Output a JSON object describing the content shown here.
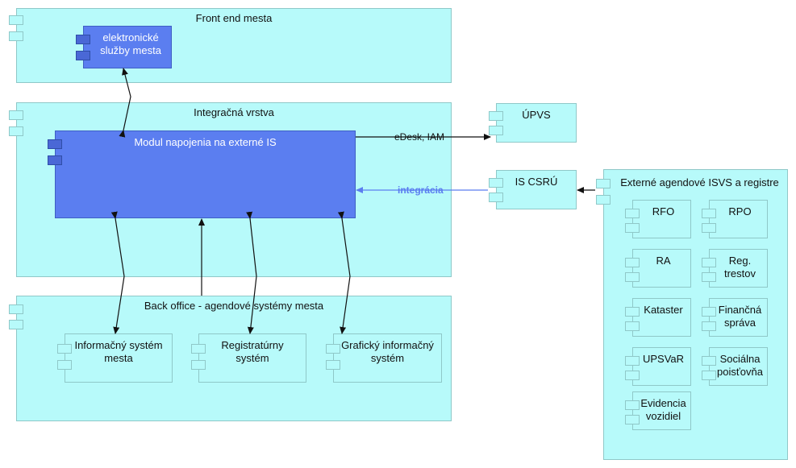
{
  "frontend": {
    "title": "Front end mesta",
    "eservices": "elektronické\nslužby mesta"
  },
  "integration": {
    "title": "Integračná vrstva",
    "module": "Modul napojenia na externé IS"
  },
  "backoffice": {
    "title": "Back office - agendové systémy mesta",
    "systems": [
      "Informačný systém\nmesta",
      "Registratúrny\nsystém",
      "Grafický informačný\nsystém"
    ]
  },
  "external": {
    "upvs": "ÚPVS",
    "iscsru": "IS CSRÚ",
    "registers_title": "Externé agendové ISVS a registre",
    "registers": [
      "RFO",
      "RPO",
      "RA",
      "Reg.\ntrestov",
      "Kataster",
      "Finančná\nsprávа",
      "UPSVaR",
      "Sociálna\npoisťovňa",
      "Evidencia\nvozidiel"
    ]
  },
  "edges": {
    "edesk": "eDesk, IAM",
    "integracia": "integrácia"
  },
  "colors": {
    "light": "#b7fafa",
    "dark": "#5b7ef0",
    "integracia": "#5b7ef0"
  }
}
